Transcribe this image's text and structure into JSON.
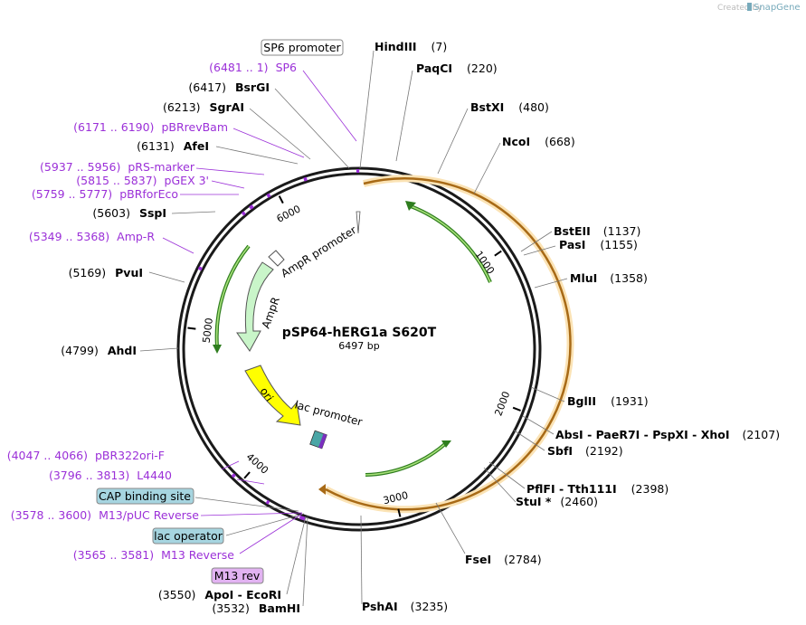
{
  "header": {
    "created_by": "Created by",
    "brand": "SnapGene"
  },
  "plasmid": {
    "name": "pSP64-hERG1a S620T",
    "size_label": "6497 bp",
    "length": 6497
  },
  "ticks": [
    {
      "pos": 1000,
      "label": "1000"
    },
    {
      "pos": 2000,
      "label": "2000"
    },
    {
      "pos": 3000,
      "label": "3000"
    },
    {
      "pos": 4000,
      "label": "4000"
    },
    {
      "pos": 5000,
      "label": "5000"
    },
    {
      "pos": 6000,
      "label": "6000"
    }
  ],
  "enzymes_right": [
    {
      "name": "HindIII",
      "pos": "(7)"
    },
    {
      "name": "PaqCI",
      "pos": "(220)"
    },
    {
      "name": "BstXI",
      "pos": "(480)"
    },
    {
      "name": "NcoI",
      "pos": "(668)"
    },
    {
      "name": "BstEII",
      "pos": "(1137)"
    },
    {
      "name": "PasI",
      "pos": "(1155)"
    },
    {
      "name": "MluI",
      "pos": "(1358)"
    },
    {
      "name": "BglII",
      "pos": "(1931)"
    },
    {
      "name": "AbsI - PaeR7I - PspXI - XhoI",
      "pos": "(2107)"
    },
    {
      "name": "SbfI",
      "pos": "(2192)"
    },
    {
      "name": "PflFI - Tth111I",
      "pos": "(2398)"
    },
    {
      "name": "StuI *",
      "pos": "(2460)"
    },
    {
      "name": "FseI",
      "pos": "(2784)"
    },
    {
      "name": "PshAI",
      "pos": "(3235)"
    }
  ],
  "enzymes_left": [
    {
      "name": "BsrGI",
      "pos": "(6417)"
    },
    {
      "name": "SgrAI",
      "pos": "(6213)"
    },
    {
      "name": "AfeI",
      "pos": "(6131)"
    },
    {
      "name": "SspI",
      "pos": "(5603)"
    },
    {
      "name": "PvuI",
      "pos": "(5169)"
    },
    {
      "name": "AhdI",
      "pos": "(4799)"
    },
    {
      "name": "ApoI - EcoRI",
      "pos": "(3550)"
    },
    {
      "name": "BamHI",
      "pos": "(3532)"
    }
  ],
  "primers": [
    {
      "name": "SP6",
      "range": "(6481 .. 1)"
    },
    {
      "name": "pBRrevBam",
      "range": "(6171 .. 6190)"
    },
    {
      "name": "pRS-marker",
      "range": "(5937 .. 5956)"
    },
    {
      "name": "pGEX 3'",
      "range": "(5815 .. 5837)"
    },
    {
      "name": "pBRforEco",
      "range": "(5759 .. 5777)"
    },
    {
      "name": "Amp-R",
      "range": "(5349 .. 5368)"
    },
    {
      "name": "pBR322ori-F",
      "range": "(4047 .. 4066)"
    },
    {
      "name": "L4440",
      "range": "(3796 .. 3813)"
    },
    {
      "name": "M13/pUC Reverse",
      "range": "(3578 .. 3600)"
    },
    {
      "name": "M13 Reverse",
      "range": "(3565 .. 3581)"
    }
  ],
  "boxes": {
    "sp6_promoter": "SP6 promoter",
    "cap_binding_site": "CAP binding site",
    "lac_operator": "lac operator",
    "m13_rev": "M13 rev"
  },
  "features": {
    "ampr_promoter": "AmpR promoter",
    "ampr": "AmpR",
    "ori": "ori",
    "lac_promoter": "lac promoter"
  },
  "colors": {
    "backbone": "#1a1a1a",
    "primer": "#9b30d8",
    "insert": "#e8a23c",
    "insert_glow": "#fbe3b5",
    "orf_arrow": "#2e7d1e",
    "orf_fill": "#a8e07a",
    "ampr_fill": "#c9f5c9",
    "ori_fill": "#ffff00",
    "cap_box": "#a6d5e0",
    "lac_box": "#a6d5e0",
    "m13_box": "#e2b3f2"
  }
}
